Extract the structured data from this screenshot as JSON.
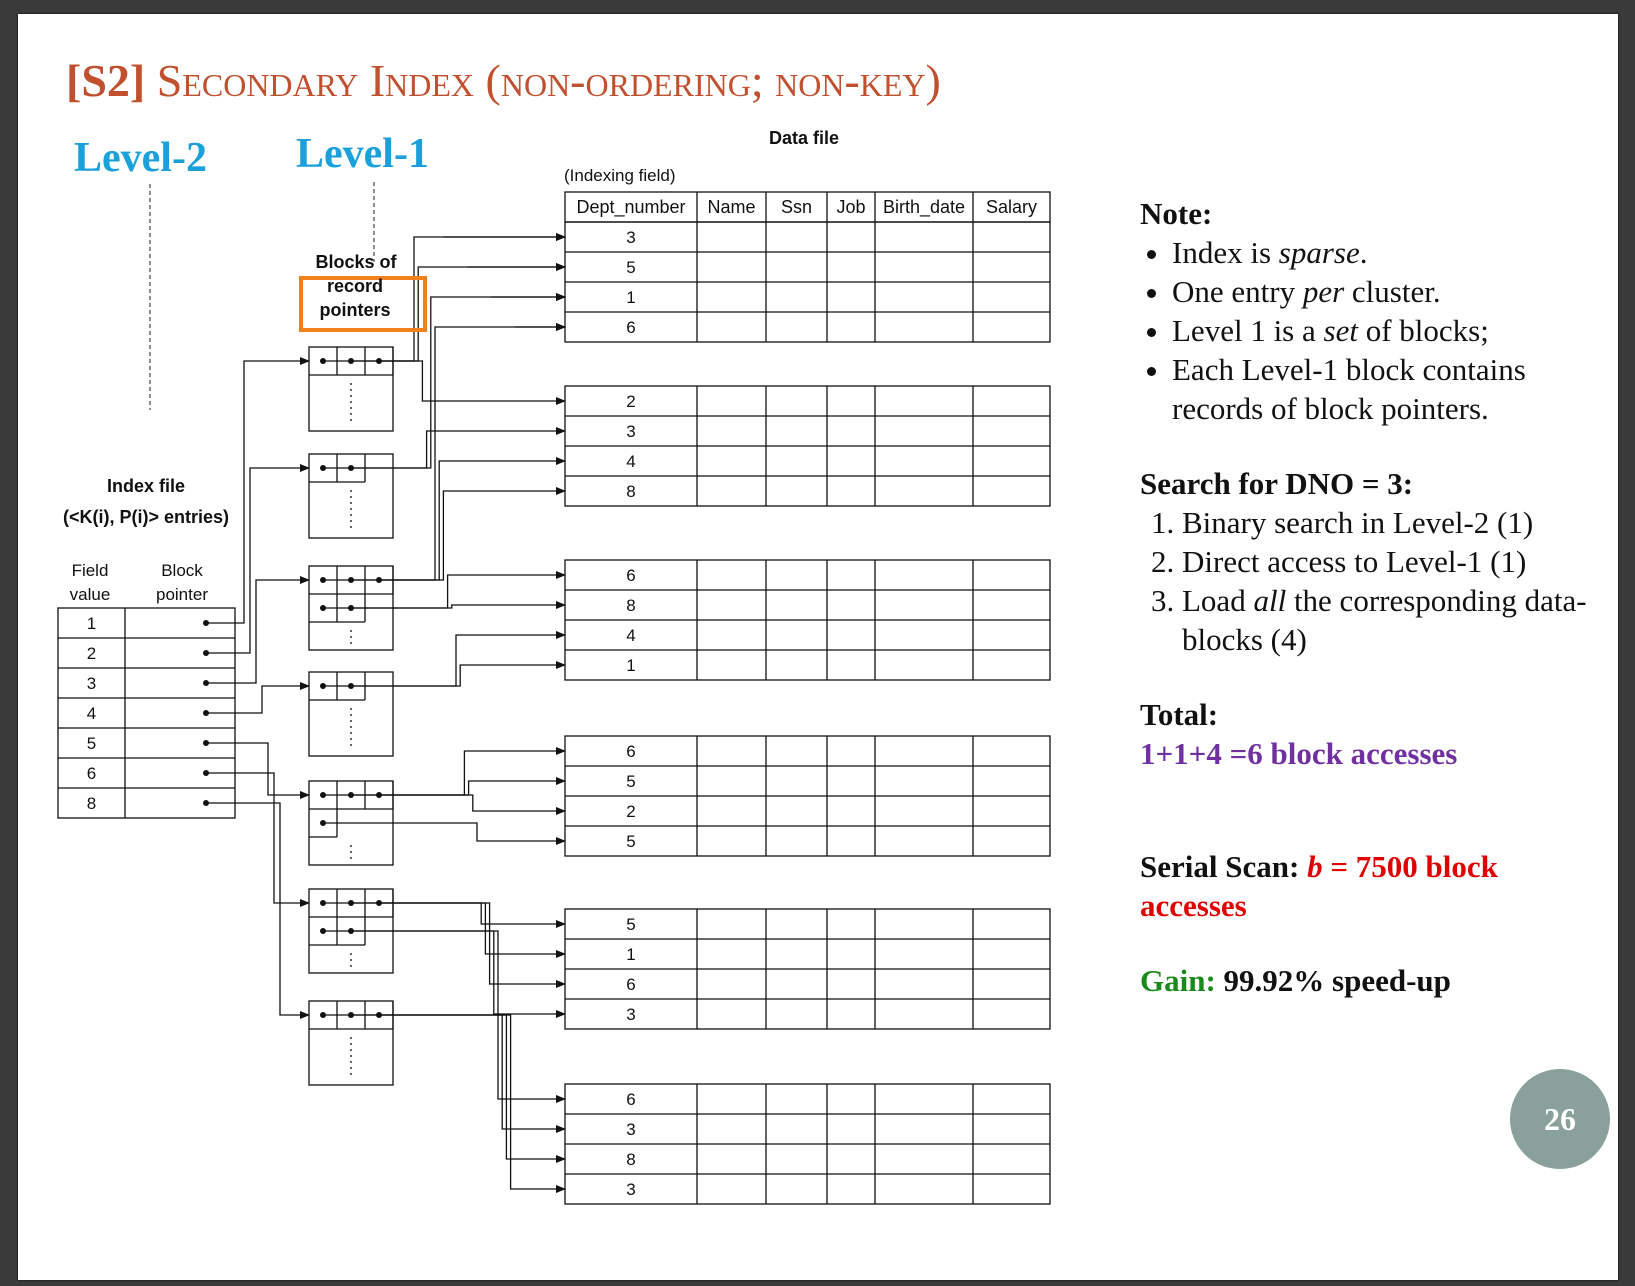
{
  "title": {
    "tag": "[S2]",
    "text": "Secondary Index (non-ordering; non-key)"
  },
  "levels": {
    "level2": "Level-2",
    "level1": "Level-1"
  },
  "diagram": {
    "data_file_title": "Data file",
    "indexing_field_label": "(Indexing field)",
    "columns": [
      "Dept_number",
      "Name",
      "Ssn",
      "Job",
      "Birth_date",
      "Salary"
    ],
    "data_blocks": [
      [
        "3",
        "5",
        "1",
        "6"
      ],
      [
        "2",
        "3",
        "4",
        "8"
      ],
      [
        "6",
        "8",
        "4",
        "1"
      ],
      [
        "6",
        "5",
        "2",
        "5"
      ],
      [
        "5",
        "1",
        "6",
        "3"
      ],
      [
        "6",
        "3",
        "8",
        "3"
      ]
    ],
    "blocks_of_record_pointers": "Blocks of record pointers",
    "index_file_title": "Index file",
    "index_file_subtitle": "(<K(i), P(i)> entries)",
    "field_value_header": "Field value",
    "block_pointer_header": "Block pointer",
    "index_values": [
      "1",
      "2",
      "3",
      "4",
      "5",
      "6",
      "8"
    ]
  },
  "notes": {
    "note_heading": "Note:",
    "note_items": [
      [
        "Index is ",
        "sparse",
        "."
      ],
      [
        "One entry ",
        "per",
        " cluster."
      ],
      [
        "Level 1 is a ",
        "set",
        " of blocks;"
      ],
      [
        "Each Level-1 block contains records of block pointers.",
        "",
        ""
      ]
    ],
    "search_heading": "Search for DNO = 3:",
    "search_steps": [
      [
        "Binary search in Level-2 (1)",
        "",
        ""
      ],
      [
        "Direct access to Level-1 (1)",
        "",
        ""
      ],
      [
        "Load ",
        "all",
        " the corresponding data-blocks (4)"
      ]
    ],
    "total_heading": "Total:",
    "total_value": "1+1+4 =6 block accesses",
    "serial_label": "Serial Scan: ",
    "serial_b": "b",
    "serial_value": " = 7500 block accesses",
    "gain_label": "Gain: ",
    "gain_value": "99.92% speed-up"
  },
  "page_number": "26",
  "colors": {
    "title": "#c1502e",
    "level": "#1aa0db",
    "highlight_box": "#f07f1d",
    "purple": "#7030a0",
    "red": "#e00000",
    "green": "#1a8a1a"
  }
}
